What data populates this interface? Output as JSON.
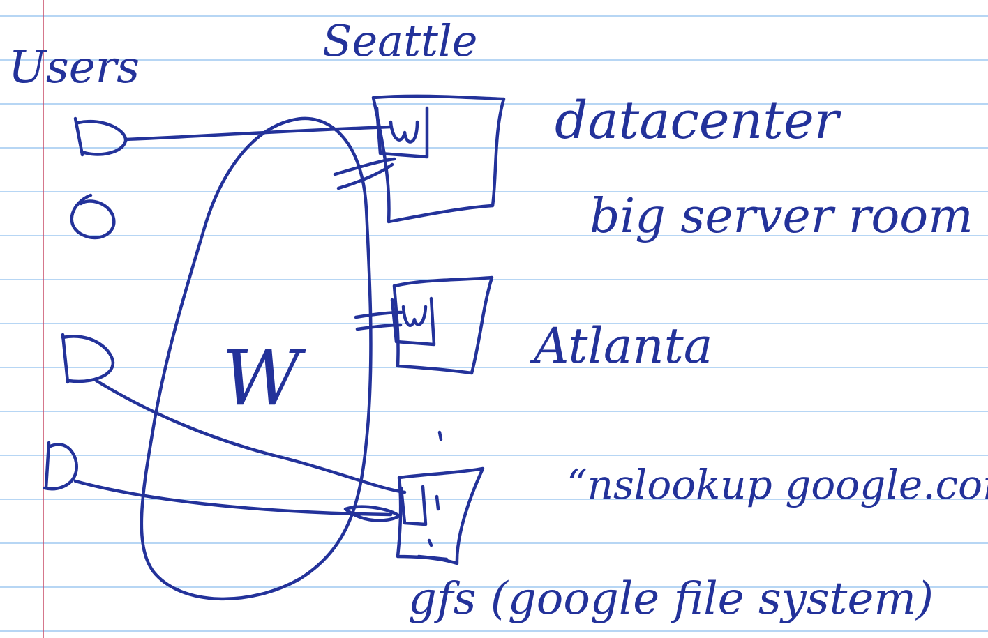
{
  "notes": {
    "users": "Users",
    "seattle": "Seattle",
    "datacenter": "datacenter",
    "big_server_room": "big server room",
    "atlanta": "Atlanta",
    "nslookup": "“nslookup google.com”",
    "gfs": "gfs (google file system)",
    "web_label": "W"
  },
  "colors": {
    "ink": "#23329a",
    "rule": "#9fc9f0",
    "margin": "#c74a66",
    "paper": "#ffffff"
  }
}
